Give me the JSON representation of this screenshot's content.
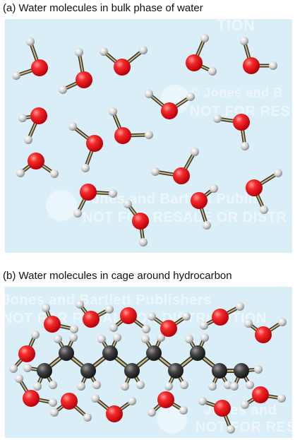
{
  "panel_a": {
    "label": "(a)  Water molecules in bulk phase of water"
  },
  "panel_b": {
    "label": "(b)  Water molecules in cage around hydrocarbon"
  },
  "watermark": {
    "publisher": "Jones and Bartlett Publishers",
    "notice": "NOT FOR RESALE OR DISTRIBUTION",
    "copyright": "© Jones and B",
    "fragment_a": "NOT FOR RES",
    "fragment_b": "Jones and Bartlett Publis",
    "fragment_c": "NOT FOR RESALE OR DISTR",
    "fragment_d": "Jones and Bartlett Publishers",
    "fragment_e": "NOT FOR RESALE OR DISTRIBUTION",
    "fragment_f": "Jones and",
    "fragment_g": "NOT FOR RES",
    "fragment_h": "TION"
  },
  "colors": {
    "oxygen": "#e8141c",
    "hydrogen": "#d4d4d4",
    "carbon": "#3a3a3a",
    "bond": "#6b5a3a",
    "background": "#d9eef7"
  },
  "icons": [
    "water-molecule-icon",
    "hydrocarbon-chain-icon"
  ]
}
